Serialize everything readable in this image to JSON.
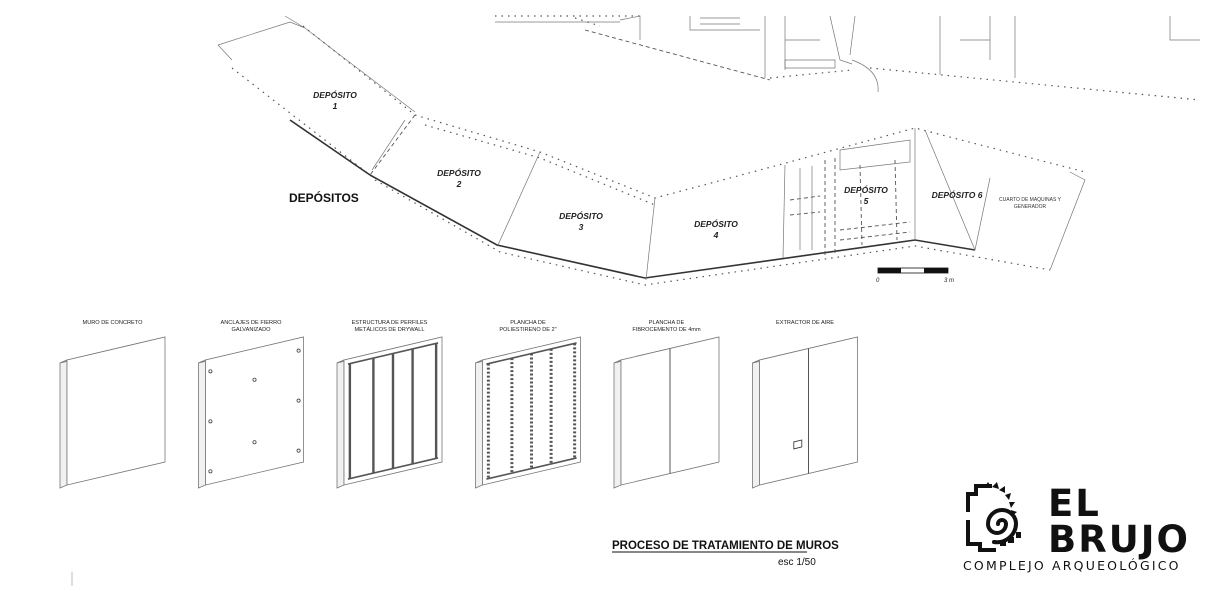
{
  "plan": {
    "section_title": "DEPÓSITOS",
    "rooms": [
      {
        "id": "1",
        "label": "DEPÓSITO",
        "number": "1"
      },
      {
        "id": "2",
        "label": "DEPÓSITO",
        "number": "2"
      },
      {
        "id": "3",
        "label": "DEPÓSITO",
        "number": "3"
      },
      {
        "id": "4",
        "label": "DEPÓSITO",
        "number": "4"
      },
      {
        "id": "5",
        "label": "DEPÓSITO",
        "number": "5"
      },
      {
        "id": "6",
        "label": "DEPÓSITO 6"
      }
    ],
    "machine_room_line1": "CUARTO DE MAQUINAS Y",
    "machine_room_line2": "GENERADOR",
    "scale_bar": {
      "start": "0",
      "end": "3 m"
    }
  },
  "process": {
    "title": "PROCESO DE TRATAMIENTO DE MUROS",
    "scale": "esc 1/50",
    "steps": [
      {
        "line1": "MURO DE CONCRETO",
        "line2": "",
        "finish": "plain"
      },
      {
        "line1": "ANCLAJES DE FIERRO",
        "line2": "GALVANIZADO",
        "finish": "anchors"
      },
      {
        "line1": "ESTRUCTURA DE PERFILES",
        "line2": "METÁLICOS DE DRYWALL",
        "finish": "frame"
      },
      {
        "line1": "PLANCHA DE",
        "line2": "POLIESTIRENO DE 2\"",
        "finish": "foam"
      },
      {
        "line1": "PLANCHA DE",
        "line2": "FIBROCEMENTO DE 4mm",
        "finish": "board"
      },
      {
        "line1": "EXTRACTOR DE AIRE",
        "line2": "",
        "finish": "extractor"
      }
    ]
  },
  "logo": {
    "line1": "EL",
    "line2": "BRUJO",
    "tagline": "COMPLEJO ARQUEOLÓGICO"
  },
  "colors": {
    "ink": "#111111",
    "hatch": "#9a9a9a",
    "panel_side": "#f1f1f1"
  }
}
